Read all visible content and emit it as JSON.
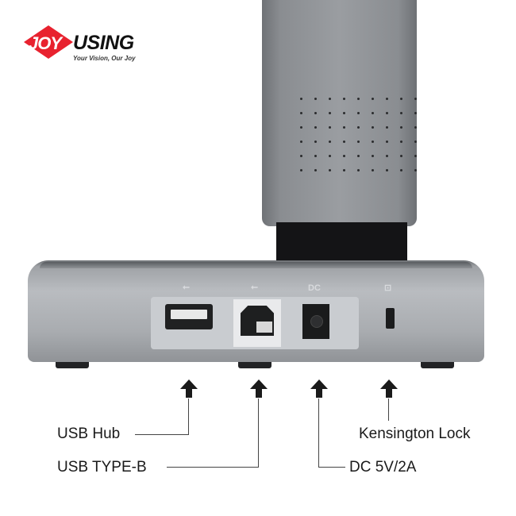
{
  "brand": {
    "name_prefix": "JOY",
    "name_suffix": "USING",
    "slogan": "Your Vision, Our Joy",
    "colors": {
      "red": "#e8222f",
      "dark": "#111111"
    }
  },
  "port_glyphs": {
    "usb_a": "⭠",
    "usb_b": "⭠",
    "dc": "DC",
    "lock": "⊡"
  },
  "callouts": {
    "usb_hub": "USB Hub",
    "usb_type_b": "USB TYPE-B",
    "dc_power": "DC 5V/2A",
    "kensington": "Kensington Lock"
  }
}
